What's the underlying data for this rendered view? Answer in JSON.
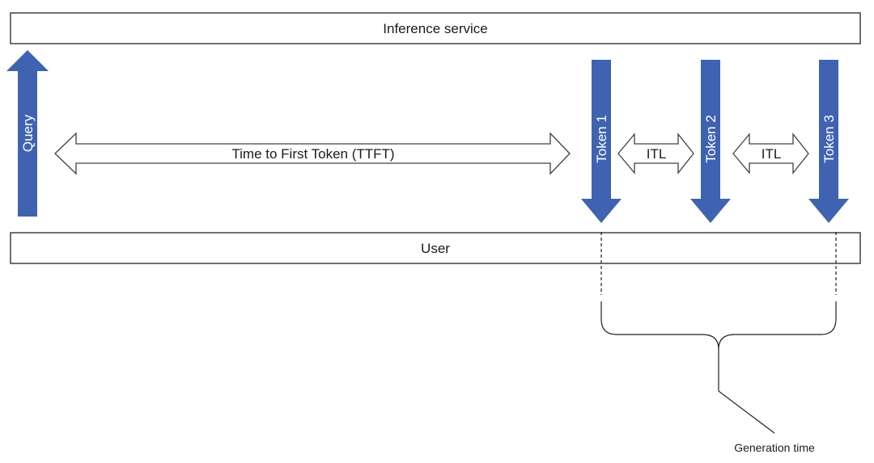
{
  "diagram": {
    "inference_service_label": "Inference service",
    "user_label": "User",
    "query_label": "Query",
    "ttft_label": "Time to First Token (TTFT)",
    "tokens": [
      {
        "label": "Token 1"
      },
      {
        "label": "Token 2"
      },
      {
        "label": "Token 3"
      }
    ],
    "itl_labels": [
      "ITL",
      "ITL"
    ],
    "generation_time_label": "Generation time"
  },
  "colors": {
    "arrow_blue": "#3F63B0",
    "outline": "#404040"
  }
}
